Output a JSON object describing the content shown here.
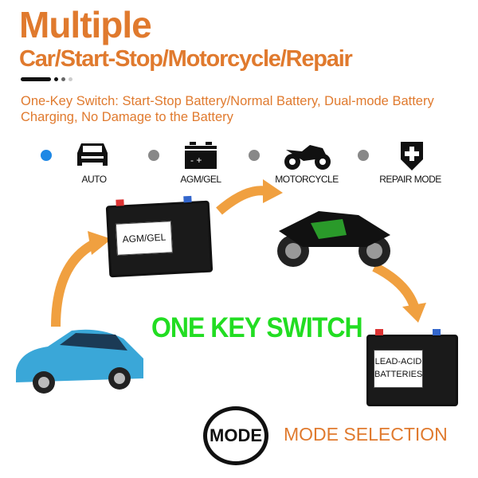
{
  "header": {
    "title": "Multiple",
    "subtitle": "Car/Start-Stop/Motorcycle/Repair",
    "description": "One-Key Switch: Start-Stop Battery/Normal Battery, Dual-mode Battery Charging, No Damage to the Battery"
  },
  "modes": [
    {
      "label": "AUTO",
      "icon": "car-icon",
      "active": true
    },
    {
      "label": "AGM/GEL",
      "icon": "battery-icon",
      "active": false
    },
    {
      "label": "MOTORCYCLE",
      "icon": "motorcycle-icon",
      "active": false
    },
    {
      "label": "REPAIR MODE",
      "icon": "shield-plus-icon",
      "active": false
    }
  ],
  "diagram": {
    "battery1_label": "AGM/GEL",
    "battery2_label": "LEAD-ACID BATTERIES",
    "center_text": "ONE KEY SWITCH"
  },
  "footer": {
    "button": "MODE",
    "label": "MODE SELECTION"
  },
  "colors": {
    "accent": "#e07a2e",
    "green": "#22dd22",
    "active_dot": "#1e88e5"
  }
}
